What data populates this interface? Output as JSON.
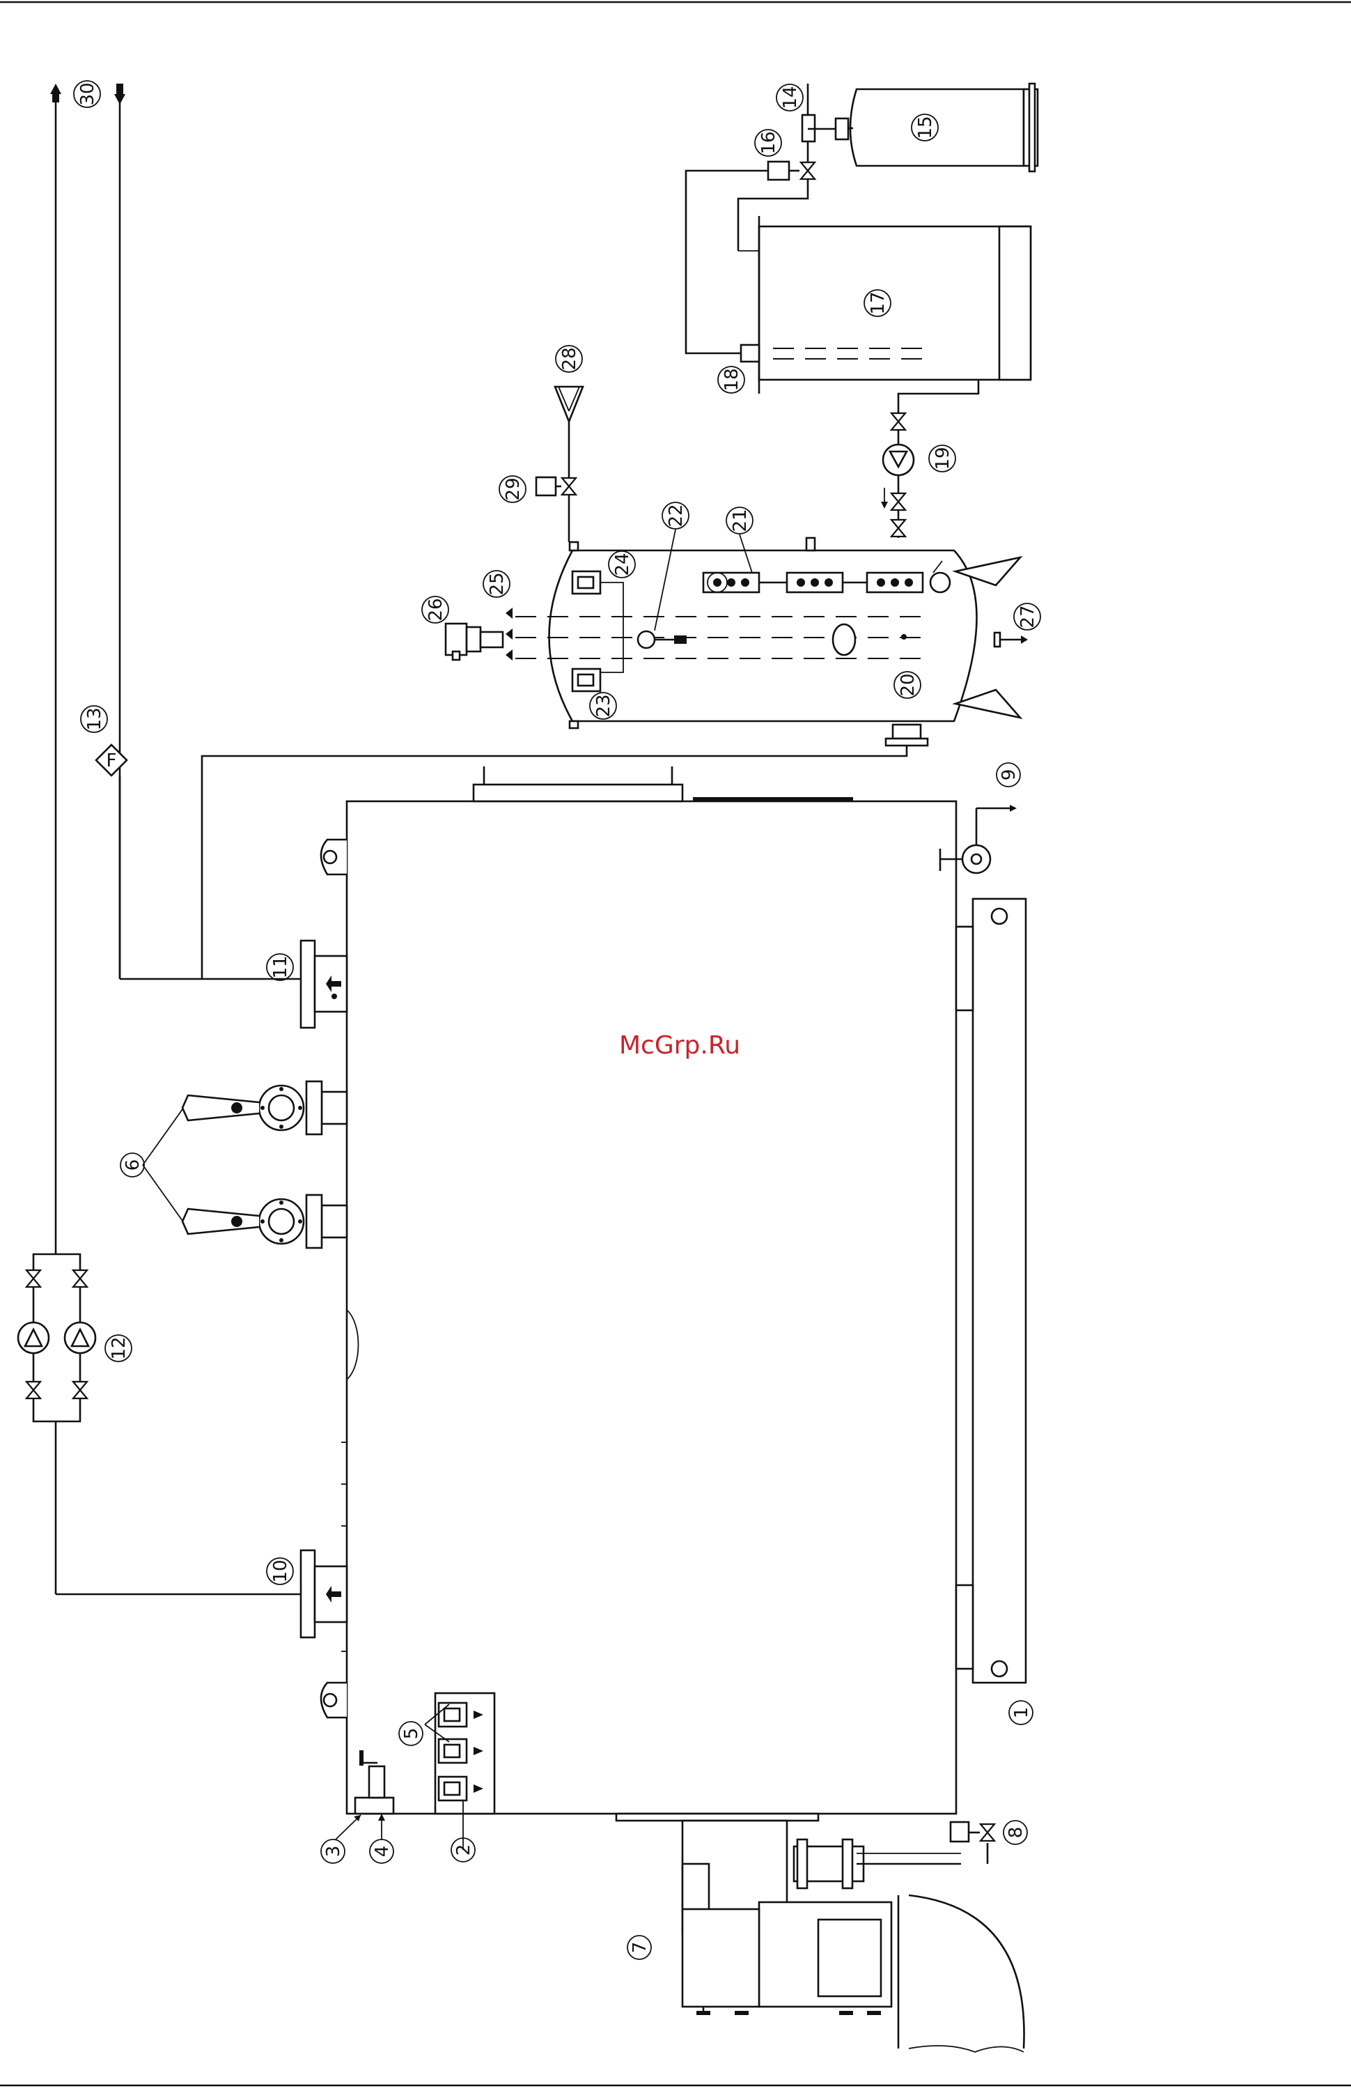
{
  "watermark": "McGrp.Ru",
  "labels": {
    "n1": "1",
    "n2": "2",
    "n3": "3",
    "n4": "4",
    "n5": "5",
    "n6": "6",
    "n7": "7",
    "n8": "8",
    "n9": "9",
    "n10": "10",
    "n11": "11",
    "n12": "12",
    "n13": "13",
    "n14": "14",
    "n15": "15",
    "n16": "16",
    "n17": "17",
    "n18": "18",
    "n19": "19",
    "n20": "20",
    "n21": "21",
    "n22": "22",
    "n23": "23",
    "n24": "24",
    "n25": "25",
    "n26": "26",
    "n27": "27",
    "n28": "28",
    "n29": "29",
    "n30": "30"
  },
  "flow_meter_symbol": "F",
  "colors": {
    "line": "#111111",
    "watermark": "#c8232c",
    "background": "#ffffff"
  }
}
